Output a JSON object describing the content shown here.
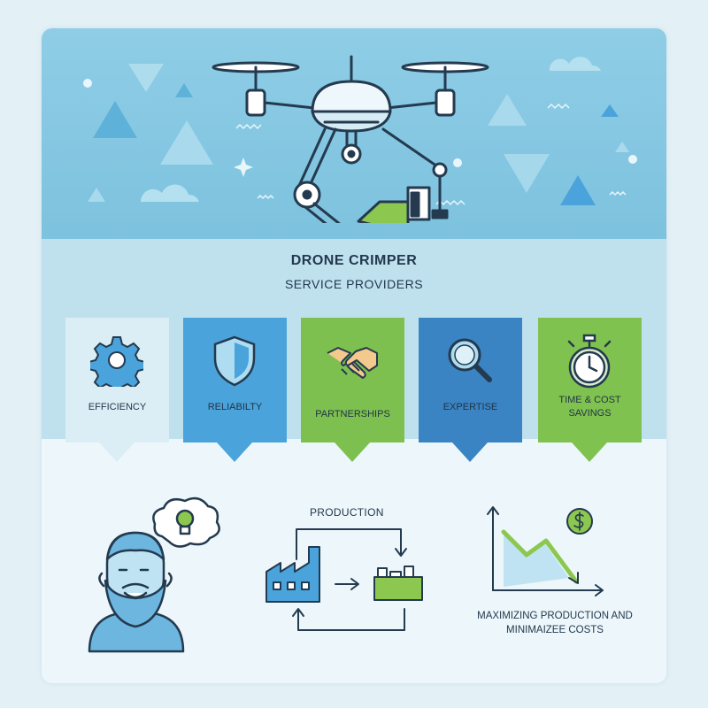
{
  "header": {
    "title_line1": "DRONE CRIMPER",
    "title_line2": "SERVICE PROVIDERS"
  },
  "features": [
    {
      "label": "EFFICIENCY",
      "icon": "gear-icon",
      "bg": "#dbeef5",
      "text_color": "#1f3346"
    },
    {
      "label": "RELIABILTY",
      "icon": "shield-icon",
      "bg": "#4aa3da",
      "text_color": "#1f3346"
    },
    {
      "label": "PARTNERSHIPS",
      "icon": "handshake-icon",
      "bg": "#7ec04f",
      "text_color": "#1f3346"
    },
    {
      "label": "EXPERTISE",
      "icon": "magnifier-icon",
      "bg": "#3a84c4",
      "text_color": "#1f3346"
    },
    {
      "label": "TIME & COST SAVINGS",
      "icon": "stopwatch-icon",
      "bg": "#80c24f",
      "text_color": "#1f3346"
    }
  ],
  "bottom": {
    "production_label": "PRODUCTION",
    "maximize_line1": "MAXIMIZING PRODUCTION AND",
    "maximize_line2": "MINIMAIZEE COSTS"
  },
  "colors": {
    "hero_bg": "#8fcde6",
    "band_bg": "#bfe1ee",
    "outline": "#243a4f",
    "green": "#7ec04f",
    "blue": "#4aa3da"
  }
}
